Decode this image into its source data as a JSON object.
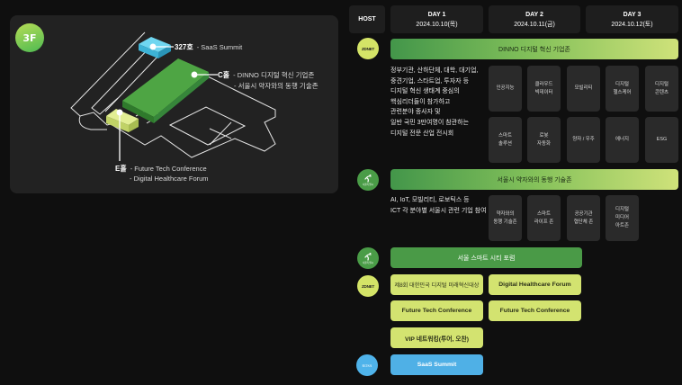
{
  "map": {
    "floor_badge": "3F",
    "labels": {
      "room327": {
        "name": "327호",
        "items": [
          "- SaaS Summit"
        ]
      },
      "hallC": {
        "name": "C홀",
        "items": [
          "- DINNO 디지털 혁신 기업존",
          "- 서울시 약자와의 동행 기술존"
        ]
      },
      "hallE": {
        "name": "E홀",
        "items": [
          "- Future Tech Conference",
          "- Digital Healthcare Forum"
        ]
      }
    },
    "colors": {
      "room327": "#4fc4e4",
      "hallC": "#3f9a3c",
      "hallE": "#d2e47a"
    }
  },
  "schedule": {
    "header": {
      "host": "HOST",
      "days": [
        {
          "label": "DAY 1",
          "date": "2024.10.10(목)"
        },
        {
          "label": "DAY 2",
          "date": "2024.10.11(금)"
        },
        {
          "label": "DAY 3",
          "date": "2024.10.12(토)"
        }
      ]
    },
    "hosts": {
      "zdnet": "ZDNET",
      "seoul_caption": "서울특별시",
      "kosa": "KOSA"
    },
    "dinno": {
      "bar_label": "DINNO 디지털 혁신 기업존",
      "description": [
        "정부기관, 산하단체, 대학, 대기업,",
        "중견기업, 스타트업, 투자자 등",
        "디지털 혁신 생태계 중심의",
        "핵심리더들이 참가하고",
        "관련분야 종사자 및",
        "일반 국민 3만여명이 참관하는",
        "디지털 전문 산업 전시회"
      ],
      "tiles": [
        "인공지능",
        "클라우드\n빅데이터",
        "모빌리티",
        "디지털\n헬스케어",
        "디지털\n콘텐츠",
        "스마트\n솔루션",
        "로봇\n자동화",
        "양자 / 우주",
        "에너지",
        "ESG"
      ]
    },
    "seoul_tech": {
      "bar_label": "서울시 약자와의 동행 기술존",
      "description": [
        "AI, IoT, 모빌리티, 로보틱스 등",
        "ICT 각 분야별 서울시 관련 기업 참여"
      ],
      "tiles": [
        "약자와의\n동행 기술존",
        "스마트\n라이프 존",
        "공공기관\n협단체 존",
        "디지털\n미디어\n아트존"
      ]
    },
    "smart_city": {
      "bar_label": "서울 스마트 시티 포럼"
    },
    "events": {
      "award": "제8회 대한민국 디지털 미래혁신대상",
      "healthcare": "Digital Healthcare Forum",
      "ftc_day1": "Future Tech Conference",
      "ftc_day2": "Future Tech Conference",
      "vip": "VIP 네트워킹(투어, 오찬)",
      "saas": "SaaS Summit"
    }
  }
}
